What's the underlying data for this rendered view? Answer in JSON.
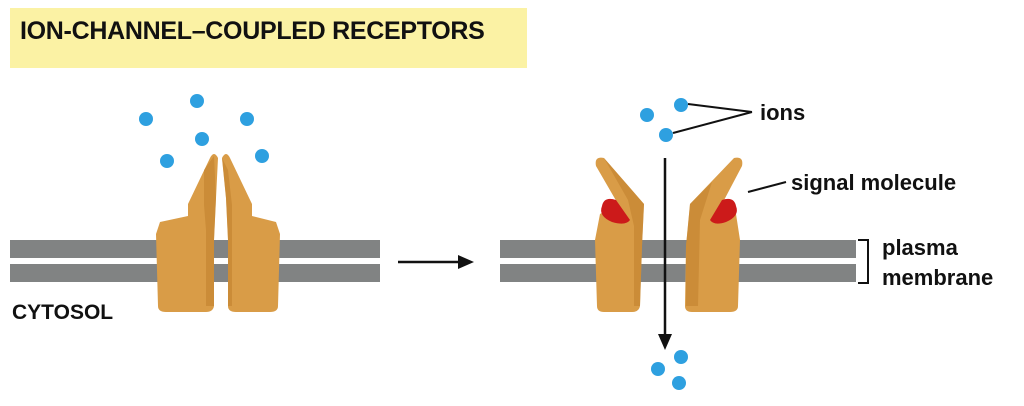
{
  "title": "ION-CHANNEL–COUPLED RECEPTORS",
  "labels": {
    "cytosol": "CYTOSOL",
    "ions": "ions",
    "signal_molecule": "signal molecule",
    "plasma": "plasma",
    "membrane": "membrane"
  },
  "colors": {
    "title_background": "#fbf2a4",
    "membrane": "#818383",
    "channel_protein": "#d99c47",
    "channel_protein_shade": "#c07f2c",
    "ion": "#2ea0e0",
    "signal_molecule": "#cc1a1a"
  }
}
